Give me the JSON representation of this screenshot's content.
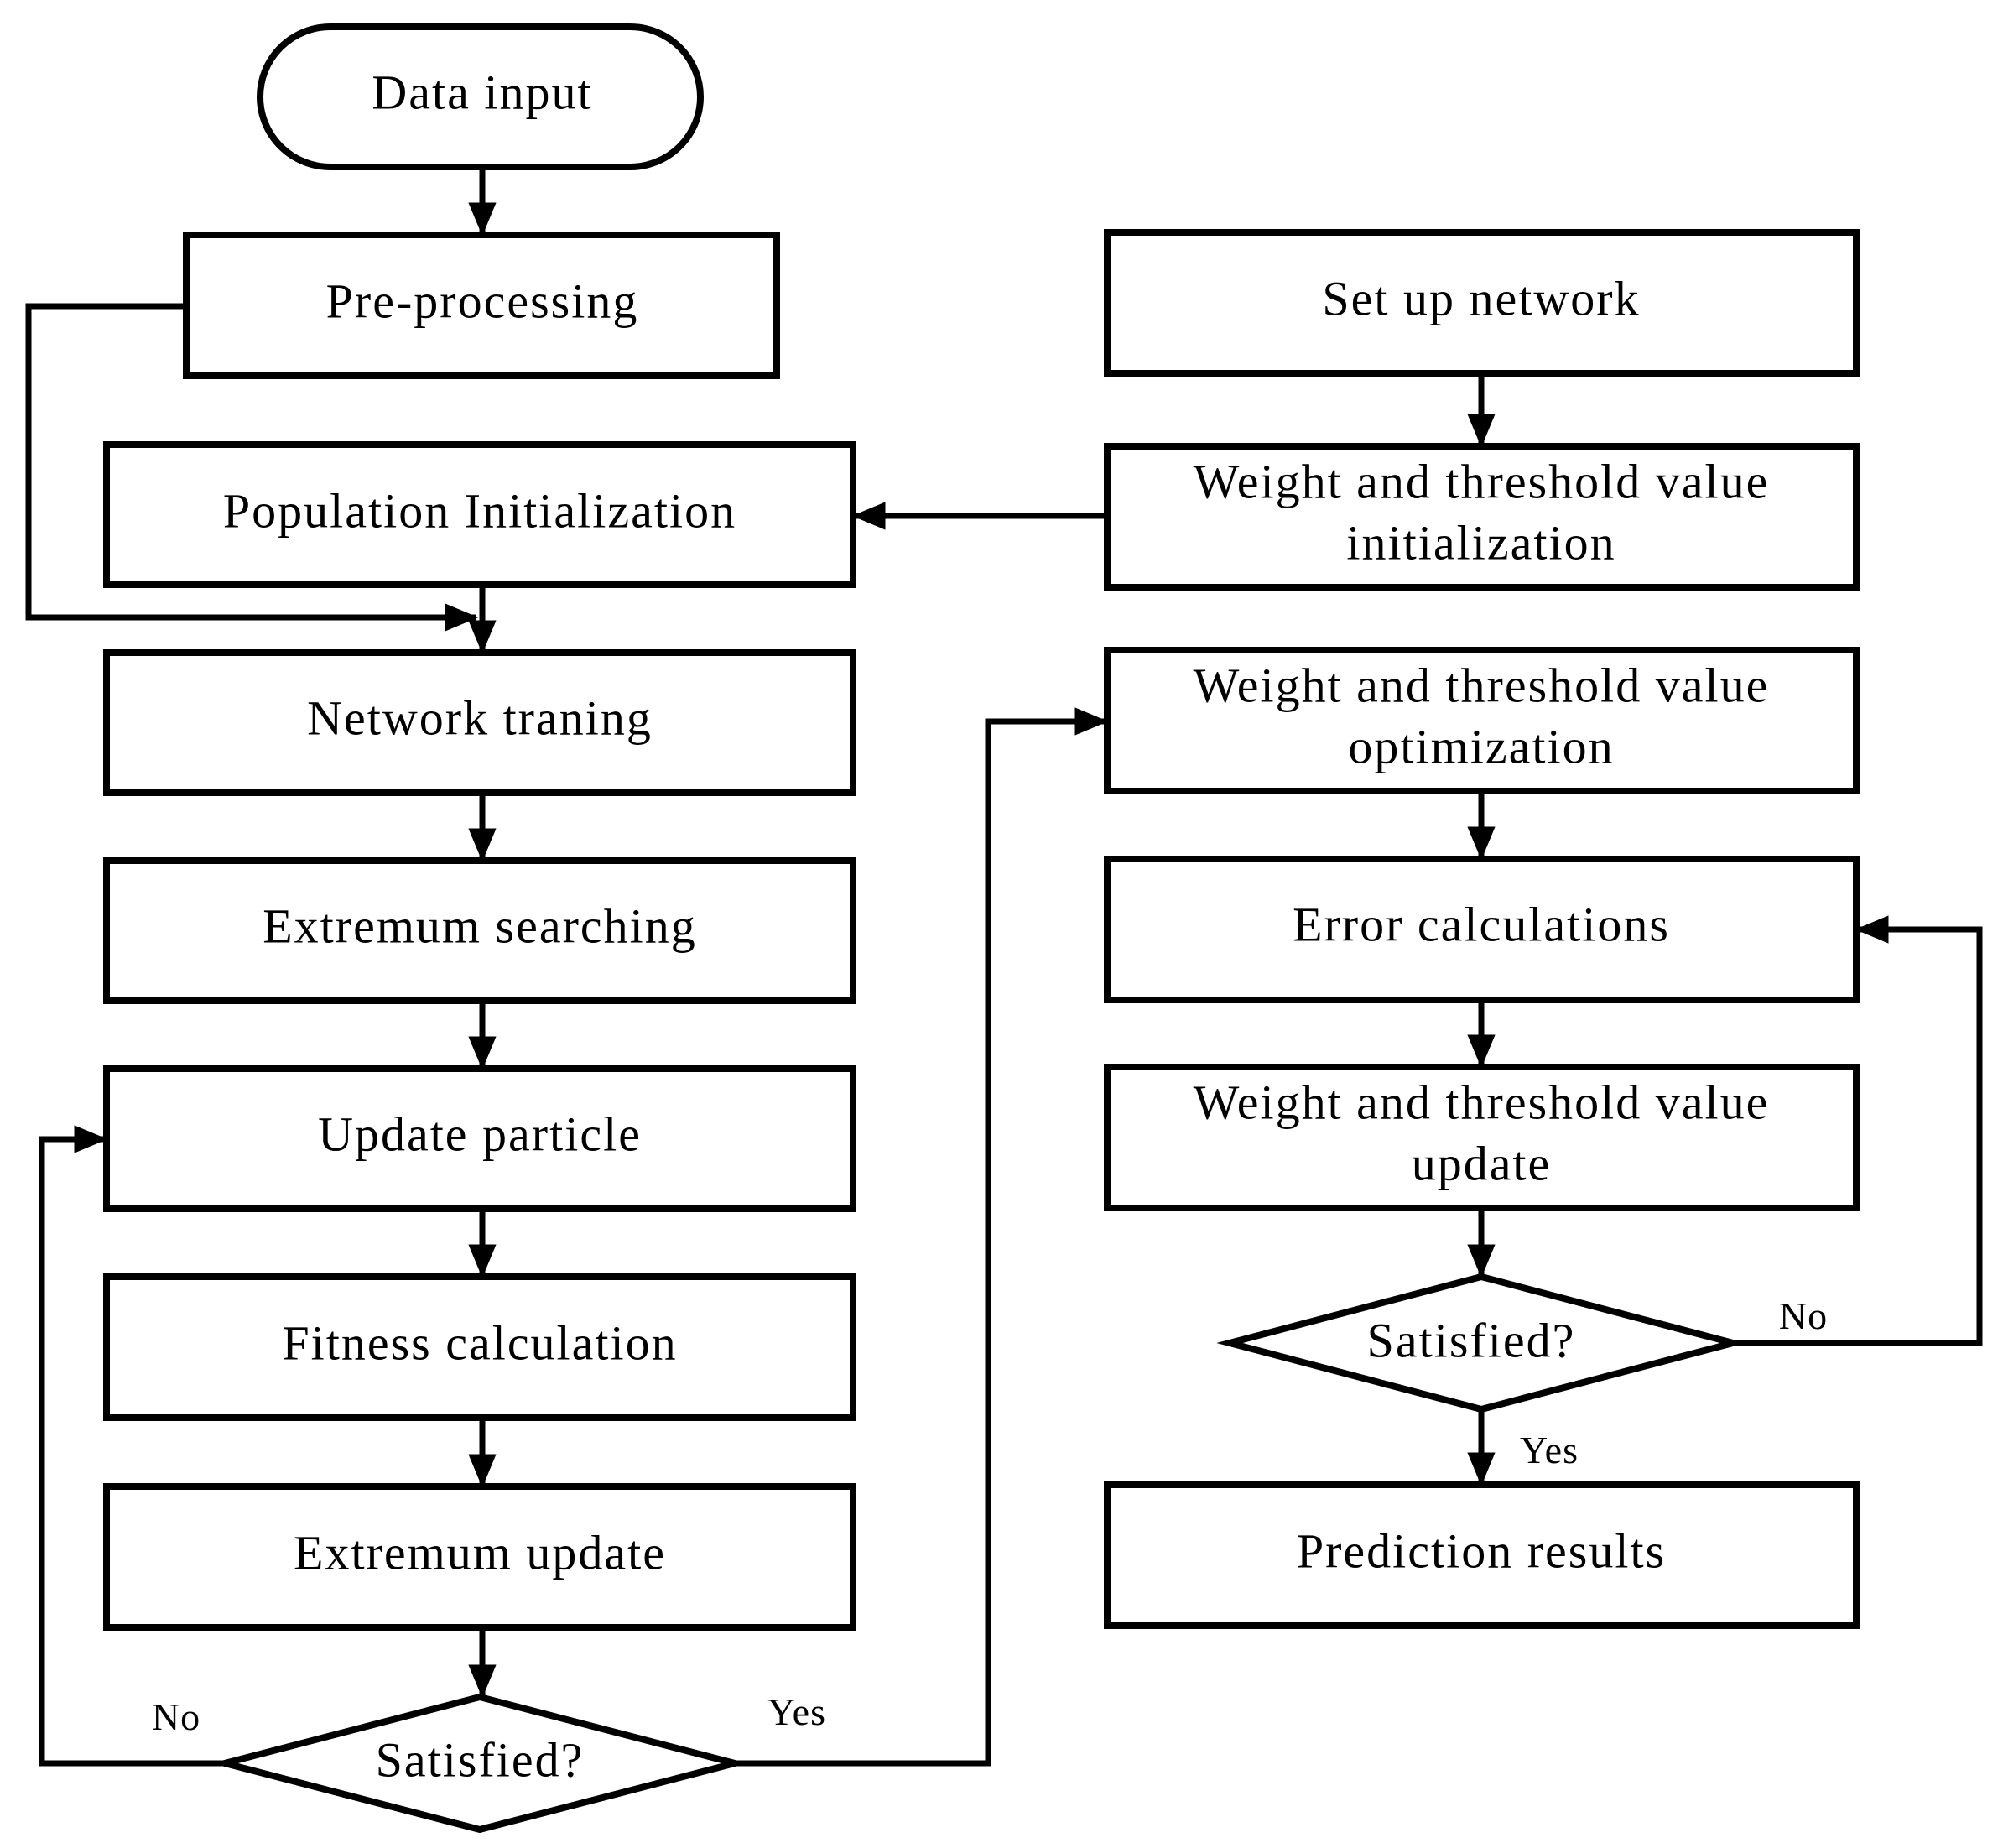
{
  "nodes": {
    "data_input": "Data input",
    "pre_processing": "Pre-processing",
    "population_init": "Population Initialization",
    "network_training": "Network traning",
    "extremum_searching": "Extremum searching",
    "update_particle": "Update particle",
    "fitness_calc": "Fitness calculation",
    "extremum_update": "Extremum update",
    "satisfied_left": "Satisfied?",
    "setup_network": "Set up network",
    "wt_init_line1": "Weight and threshold value",
    "wt_init_line2": "initialization",
    "wt_opt_line1": "Weight and threshold value",
    "wt_opt_line2": "optimization",
    "error_calc": "Error calculations",
    "wt_update_line1": "Weight and threshold value",
    "wt_update_line2": "update",
    "satisfied_right": "Satisfied?",
    "prediction_results": "Prediction results"
  },
  "edge_labels": {
    "left_no": "No",
    "left_yes": "Yes",
    "right_no": "No",
    "right_yes": "Yes"
  }
}
